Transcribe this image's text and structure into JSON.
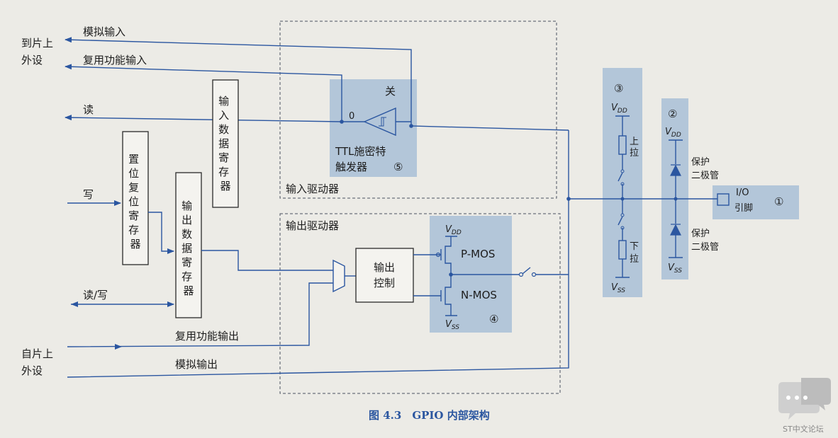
{
  "caption": "图 4.3　GPIO 内部架构",
  "left_labels": {
    "to_peripheral": [
      "到片上",
      "外设"
    ],
    "from_peripheral": [
      "自片上",
      "外设"
    ]
  },
  "signals": {
    "analog_in": "模拟输入",
    "af_in": "复用功能输入",
    "read": "读",
    "write": "写",
    "read_write": "读/写",
    "af_out": "复用功能输出",
    "analog_out": "模拟输出"
  },
  "boxes": {
    "input_data_reg": "输入数据寄存器",
    "bsr_reg": "置位复位寄存器",
    "output_data_reg": "输出数据寄存器",
    "output_ctrl": [
      "输出",
      "控制"
    ]
  },
  "input_driver": {
    "title": "输入驱动器",
    "off": "关",
    "zero": "0",
    "schmitt": [
      "TTL施密特",
      "触发器"
    ],
    "num": "⑤"
  },
  "output_driver": {
    "title": "输出驱动器",
    "pmos": "P-MOS",
    "nmos": "N-MOS",
    "num": "④"
  },
  "pull": {
    "num": "③",
    "up": "上拉",
    "down": "下拉"
  },
  "protect": {
    "num": "②",
    "label": [
      "保护",
      "二极管"
    ]
  },
  "pin": {
    "label": [
      "I/O",
      "引脚"
    ],
    "num": "①"
  },
  "supply": {
    "vdd": "V",
    "vdd_sub": "DD",
    "vss": "V",
    "vss_sub": "SS"
  },
  "watermark": "ST中文论坛"
}
